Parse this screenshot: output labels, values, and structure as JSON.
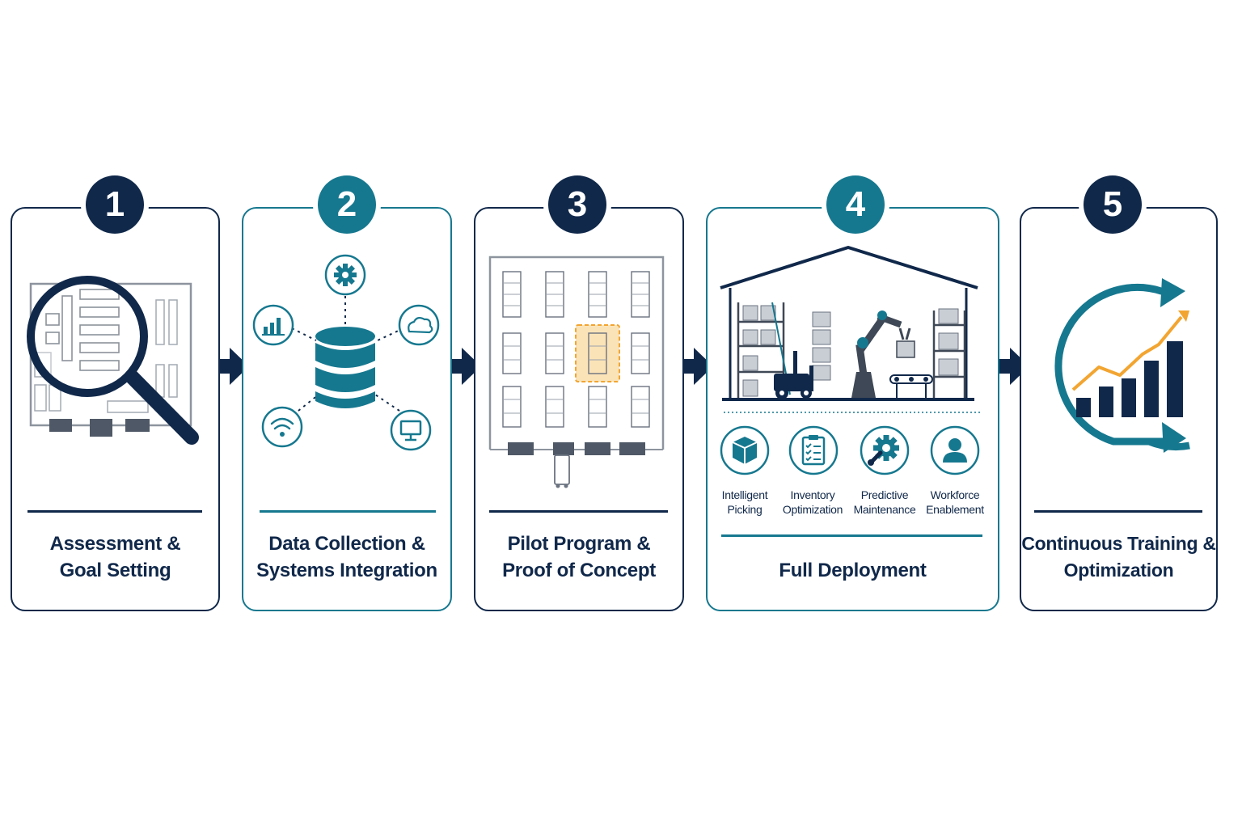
{
  "steps": [
    {
      "number": "1",
      "title_line1": "Assessment &",
      "title_line2": "Goal Setting"
    },
    {
      "number": "2",
      "title_line1": "Data Collection &",
      "title_line2": "Systems Integration"
    },
    {
      "number": "3",
      "title_line1": "Pilot Program &",
      "title_line2": "Proof of Concept"
    },
    {
      "number": "4",
      "title_line1": "Full Deployment",
      "features": [
        {
          "line1": "Intelligent",
          "line2": "Picking",
          "icon": "box-icon"
        },
        {
          "line1": "Inventory",
          "line2": "Optimization",
          "icon": "clipboard-checklist-icon"
        },
        {
          "line1": "Predictive",
          "line2": "Maintenance",
          "icon": "gear-wrench-icon"
        },
        {
          "line1": "Workforce",
          "line2": "Enablement",
          "icon": "person-icon"
        }
      ]
    },
    {
      "number": "5",
      "title_line1": "Continuous Training &",
      "title_line2": "Optimization"
    }
  ],
  "colors": {
    "navy": "#10284a",
    "teal": "#16788f",
    "highlight": "#f2a531",
    "gray": "#5a6270"
  }
}
